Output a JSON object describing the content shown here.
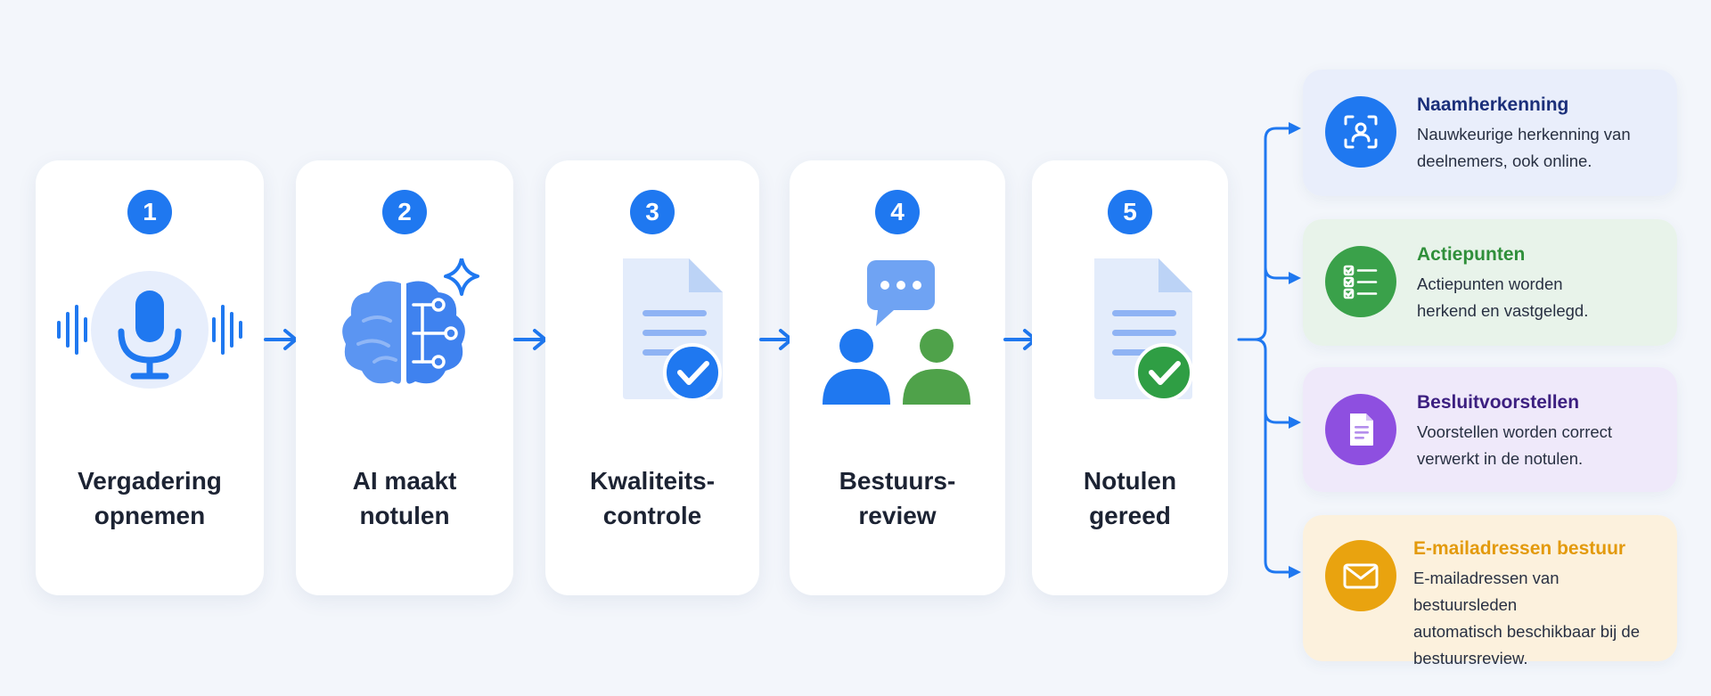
{
  "steps": [
    {
      "number": "1",
      "line1": "Vergadering",
      "line2": "opnemen",
      "icon": "microphone-icon"
    },
    {
      "number": "2",
      "line1": "AI maakt",
      "line2": "notulen",
      "icon": "ai-brain-icon"
    },
    {
      "number": "3",
      "line1": "Kwaliteits-",
      "line2": "controle",
      "icon": "document-check-icon"
    },
    {
      "number": "4",
      "line1": "Bestuurs-",
      "line2": "review",
      "icon": "people-chat-icon"
    },
    {
      "number": "5",
      "line1": "Notulen",
      "line2": "gereed",
      "icon": "document-done-icon"
    }
  ],
  "features": [
    {
      "title": "Naamherkenning",
      "desc1": "Nauwkeurige herkenning van",
      "desc2": "deelnemers, ook online.",
      "desc3": "",
      "icon": "face-recognition-icon",
      "color": "#1f78f0",
      "title_color": "#1b2f7a",
      "bg": "#e9eefb"
    },
    {
      "title": "Actiepunten",
      "desc1": "Actiepunten worden",
      "desc2": "herkend en vastgelegd.",
      "desc3": "",
      "icon": "checklist-icon",
      "color": "#3aa14a",
      "title_color": "#2f8f3a",
      "bg": "#e8f3ea"
    },
    {
      "title": "Besluitvoorstellen",
      "desc1": "Voorstellen worden correct",
      "desc2": "verwerkt in de notulen.",
      "desc3": "",
      "icon": "document-icon",
      "color": "#8e4fe0",
      "title_color": "#3c1f80",
      "bg": "#efe9fa"
    },
    {
      "title": "E-mailadressen bestuur",
      "desc1": "E-mailadressen van bestuursleden",
      "desc2": "automatisch beschikbaar bij de",
      "desc3": "bestuursreview.",
      "icon": "envelope-icon",
      "color": "#e9a30f",
      "title_color": "#e39a0c",
      "bg": "#fcf1dd"
    }
  ],
  "colors": {
    "accent": "#1f78f0",
    "green": "#3aa14a",
    "background": "#f3f6fb"
  }
}
